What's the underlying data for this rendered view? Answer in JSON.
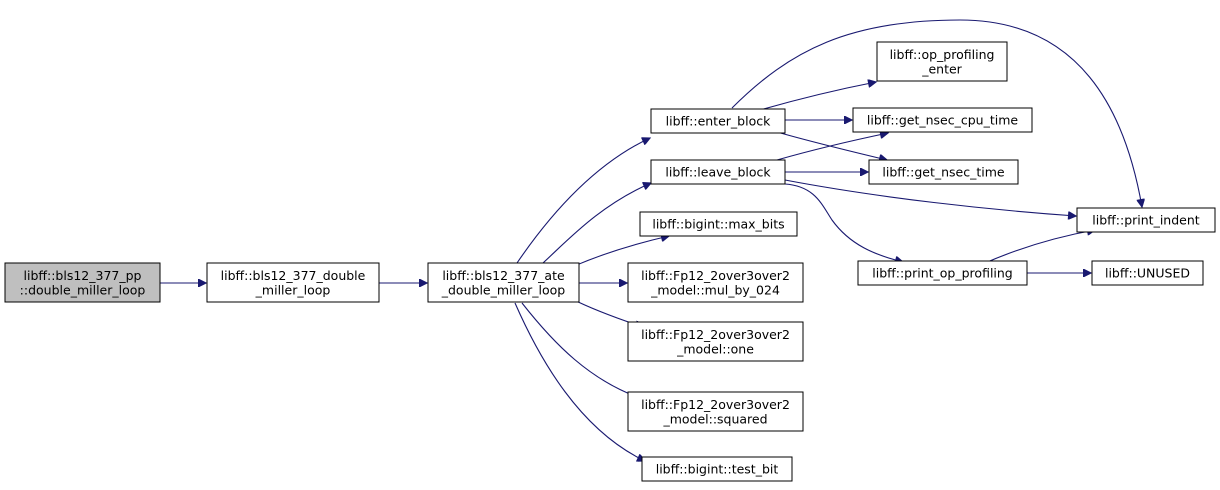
{
  "colors": {
    "edge": "#191970",
    "node_fill": "#ffffff",
    "root_fill": "#bfbfbf",
    "border": "#000000"
  },
  "nodes": {
    "root": [
      "libff::bls12_377_pp",
      "::double_miller_loop"
    ],
    "double_miller": [
      "libff::bls12_377_double",
      "_miller_loop"
    ],
    "ate_double": [
      "libff::bls12_377_ate",
      "_double_miller_loop"
    ],
    "enter_block": [
      "libff::enter_block"
    ],
    "leave_block": [
      "libff::leave_block"
    ],
    "max_bits": [
      "libff::bigint::max_bits"
    ],
    "mul_by_024": [
      "libff::Fp12_2over3over2",
      "_model::mul_by_024"
    ],
    "one": [
      "libff::Fp12_2over3over2",
      "_model::one"
    ],
    "squared": [
      "libff::Fp12_2over3over2",
      "_model::squared"
    ],
    "test_bit": [
      "libff::bigint::test_bit"
    ],
    "op_profiling_enter": [
      "libff::op_profiling",
      "_enter"
    ],
    "get_nsec_cpu_time": [
      "libff::get_nsec_cpu_time"
    ],
    "get_nsec_time": [
      "libff::get_nsec_time"
    ],
    "print_indent": [
      "libff::print_indent"
    ],
    "print_op_profiling": [
      "libff::print_op_profiling"
    ],
    "unused": [
      "libff::UNUSED"
    ]
  }
}
